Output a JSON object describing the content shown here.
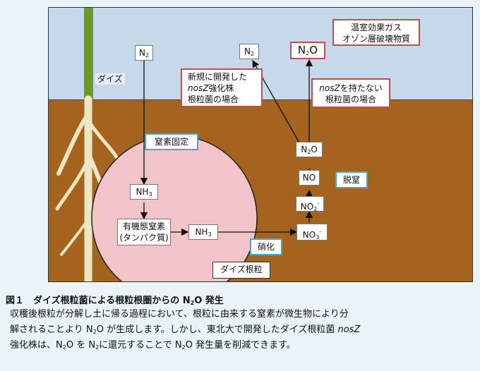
{
  "labels": {
    "soybean": "ダイズ",
    "n2_left": "N2",
    "n2_right": "N2",
    "n2o_top": "N2O",
    "greenhouse_line1": "温室効果ガス",
    "greenhouse_line2": "オゾン層破壊物質",
    "new_strain_line1": "新規に開発した",
    "new_strain_line2": "nosZ強化株",
    "new_strain_line3": "根粒菌の場合",
    "without_line1": "nosZを持たない",
    "without_line2": "根粒菌の場合",
    "fixation": "窒素固定",
    "nh3_nodule": "NH3",
    "organic_line1": "有機態窒素",
    "organic_line2": "(タンパク質)",
    "nh3_soil": "NH3",
    "n2o_soil": "N2O",
    "no": "NO",
    "no2": "NO2-",
    "no3": "NO3-",
    "denitrification": "脱窒",
    "nitrification": "硝化",
    "nodule": "ダイズ根粒"
  },
  "caption": {
    "title": "図１　ダイズ根粒菌による根粒根圏からの N2O 発生",
    "line1": "収穫後根粒が分解し土に帰る過程において、根粒に由来する窒素が微生物により分",
    "line2": "解されることより N2O が生成します。しかし、東北大で開発したダイズ根粒菌 nosZ",
    "line3": "強化株は、N2O を N2に還元することで N2O 発生量を削減できます。"
  },
  "colors": {
    "sky": "#c6d9ec",
    "soil": "#a4641e",
    "nodule_fill": "#f2c4c8",
    "stem": "#6a9a2a",
    "root": "#ece6c4",
    "red_border": "#c0504d",
    "blue_border": "#4aa5c8"
  }
}
